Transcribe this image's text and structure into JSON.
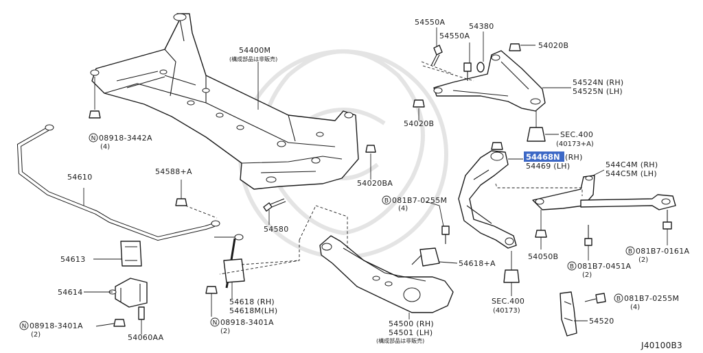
{
  "colors": {
    "highlight": "#3c68c6",
    "ink": "#1a1a1a",
    "watermark": "#e4e4e4"
  },
  "labels": {
    "p54550a_1": "54550A",
    "p54550a_2": "54550A",
    "p54380": "54380",
    "p54020b_top": "54020B",
    "p54400m": "54400M",
    "p54400m_note": "(構成部品は非販売)",
    "p54524n": "54524N (RH)",
    "p54525n": "54525N (LH)",
    "p54020b_left": "54020B",
    "sec400_top": "SEC.400",
    "sec400_top_ref": "(40173+A)",
    "p54468n": "54468N",
    "p54468n_suffix": "(RH)",
    "p54469": "54469 (LH)",
    "p544c4m": "544C4M (RH)",
    "p544c5m": "544C5M (LH)",
    "n08918_3442a": "08918-3442A",
    "n08918_3442a_qty": "(4)",
    "p54020ba": "54020BA",
    "p54610": "54610",
    "p54588a": "54588+A",
    "b081b7_0255m_mid": "081B7-0255M",
    "b081b7_0255m_mid_qty": "(4)",
    "p54580": "54580",
    "p54618a": "54618+A",
    "p54050b": "54050B",
    "b081b7_0451a": "081B7-0451A",
    "b081b7_0451a_qty": "(2)",
    "b081b7_0161a": "081B7-0161A",
    "b081b7_0161a_qty": "(2)",
    "p54613": "54613",
    "p54614": "54614",
    "p54618_rh": "54618 (RH)",
    "p54618m_lh": "54618M(LH)",
    "n08918_3401a_mid": "08918-3401A",
    "n08918_3401a_mid_qty": "(2)",
    "sec400_bottom": "SEC.400",
    "sec400_bottom_ref": "(40173)",
    "b081b7_0255m_low": "081B7-0255M",
    "b081b7_0255m_low_qty": "(4)",
    "n08918_3401a_left": "08918-3401A",
    "n08918_3401a_left_qty": "(2)",
    "p54060aa": "54060AA",
    "p54500": "54500 (RH)",
    "p54501": "54501 (LH)",
    "p54500_note": "(構成部品は非販売)",
    "p54520": "54520",
    "diagram_code": "J40100B3",
    "marker_n": "N",
    "marker_b": "B"
  }
}
